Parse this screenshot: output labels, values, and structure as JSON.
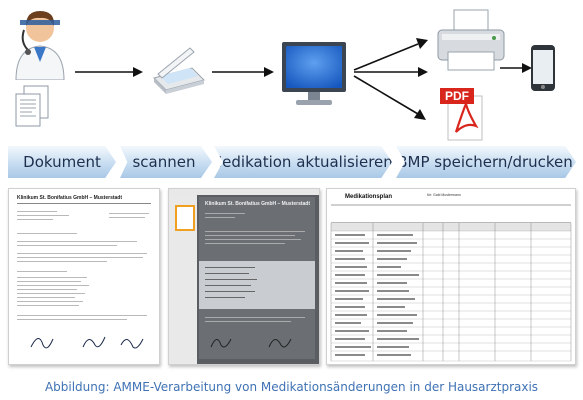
{
  "steps": [
    {
      "label": "Dokument"
    },
    {
      "label": "scannen"
    },
    {
      "label": "Medikation aktualisieren"
    },
    {
      "label": "BMP speichern/drucken"
    }
  ],
  "icons": {
    "doctor": "doctor-icon",
    "documents": "documents-icon",
    "scanner": "scanner-icon",
    "monitor": "monitor-icon",
    "printer": "printer-icon",
    "pdf": "pdf-icon",
    "smartphone": "smartphone-icon"
  },
  "pdf_label": "PDF",
  "thumbnails": {
    "letter_title": "Klinikum St. Bonifatius GmbH – Musterstadt",
    "scan_title": "Klinikum St. Bonifatius GmbH – Musterstadt",
    "plan_title": "Medikationsplan",
    "plan_patient": "für: Gabi Mustermann"
  },
  "caption": "Abbildung: AMME-Verarbeitung von Medikationsänderungen in der Hausarztpraxis",
  "colors": {
    "arrow": "#111111",
    "step_text": "#1e2f4d",
    "step_fill_light": "#f3f8fd",
    "step_fill_dark": "#a9c8e6",
    "caption": "#3f72b4",
    "monitor_blue": "#1f6fe0",
    "pdf_red": "#d9261c"
  }
}
